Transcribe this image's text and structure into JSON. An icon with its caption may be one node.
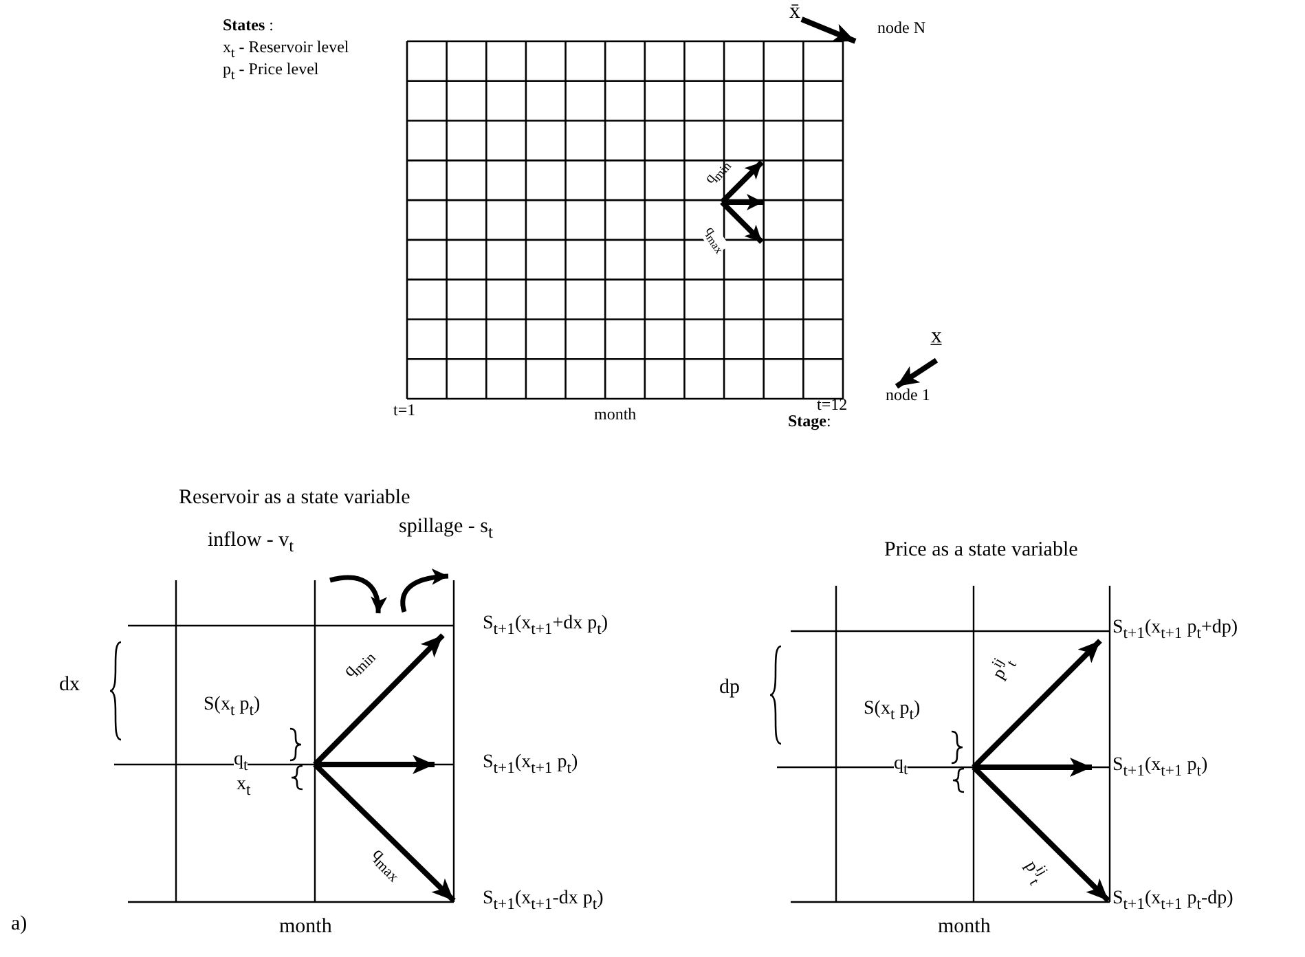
{
  "diagram": {
    "nodes": [
      {
        "text": [
          "node N"
        ]
      },
      {
        "text": [
          "node 1"
        ]
      },
      {
        "text": [
          "S(x$_{t}$ p$_{t}$)"
        ]
      },
      {
        "text": [
          "S$_{t+1}$(x$_{t+1}$+dx p$_{t}$)"
        ]
      },
      {
        "text": [
          "S$_{t+1}$(x$_{t+1}$ p$_{t}$)"
        ]
      },
      {
        "text": [
          "S$_{t+1}$(x$_{t+1}$-dx p$_{t}$)"
        ]
      },
      {
        "text": [
          "S(x$_{t}$ p$_{t}$)"
        ]
      },
      {
        "text": [
          "S$_{t+1}$(x$_{t+1}$ p$_{t}$+dp)"
        ]
      },
      {
        "text": [
          "S$_{t+1}$(x$_{t+1}$ p$_{t}$)"
        ]
      },
      {
        "text": [
          "S$_{t+1}$(x$_{t+1}$ p$_{t}$-dp)"
        ]
      }
    ],
    "edges": [
      {
        "from": null,
        "to": 0,
        "arrow": "to",
        "label": "x̄"
      },
      {
        "from": null,
        "to": 1,
        "arrow": "to",
        "label": "x̲"
      },
      {
        "from": 2,
        "to": 3,
        "arrow": "to",
        "label": "q$_{min}$"
      },
      {
        "from": 2,
        "to": 4,
        "arrow": "to"
      },
      {
        "from": 2,
        "to": 5,
        "arrow": "to",
        "label": "q$_{max}$"
      },
      {
        "from": 6,
        "to": 7,
        "arrow": "to",
        "label": "p$^{ij}$$_{t}$"
      },
      {
        "from": 6,
        "to": 8,
        "arrow": "to"
      },
      {
        "from": 6,
        "to": 9,
        "arrow": "to",
        "label": "p$^{ij}$$_{t}$"
      }
    ],
    "labels": [
      "**States** :",
      "x$_{t}$ - Reservoir level",
      "p$_{t}$ - Price level",
      "q$_{min}$",
      "q$_{max}$",
      "t=1",
      "month",
      "t=12",
      "**Stage**:",
      "Reservoir as a state variable",
      "inflow - v$_{t}$",
      "spillage - s$_{t}$",
      "dx",
      "q$_{t}$",
      "x$_{t}$",
      "a)",
      "month",
      "Price as a state variable",
      "dp",
      "q$_{t}$",
      "month"
    ]
  }
}
